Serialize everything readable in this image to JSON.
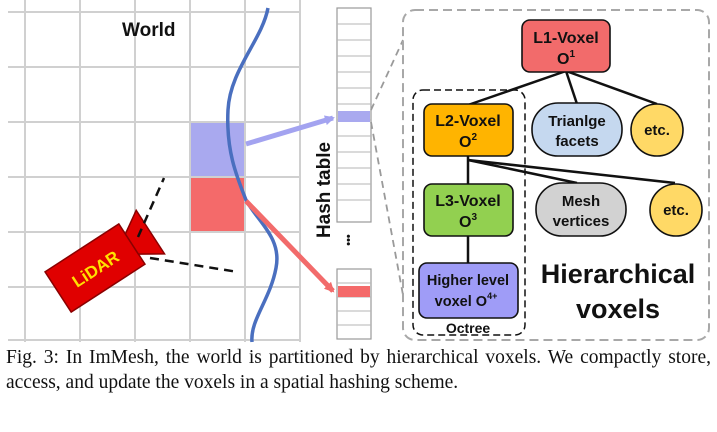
{
  "world": {
    "label": "World"
  },
  "lidar": {
    "label": "LiDAR"
  },
  "hash_table": {
    "label": "Hash table",
    "ellipsis": "•••"
  },
  "tree": {
    "l1": {
      "line1": "L1-Voxel",
      "line2": "O",
      "sup": "1",
      "color": "#f26b6b"
    },
    "l2": {
      "line1": "L2-Voxel",
      "line2": "O",
      "sup": "2",
      "color": "#ffb400"
    },
    "l3": {
      "line1": "L3-Voxel",
      "line2": "O",
      "sup": "3",
      "color": "#92d050"
    },
    "higher": {
      "line1": "Higher level",
      "line2": "voxel O",
      "sup": "4+",
      "color": "#9f9cf7"
    },
    "triangle": {
      "line1": "Trianlge",
      "line2": "facets",
      "color": "#c5d8ef"
    },
    "etc1": {
      "label": "etc.",
      "color": "#ffd966"
    },
    "mesh": {
      "line1": "Mesh",
      "line2": "vertices",
      "color": "#d2d2d2"
    },
    "etc2": {
      "label": "etc.",
      "color": "#ffd966"
    },
    "octree_label": "Octree",
    "hierarchical_title": {
      "line1": "Hierarchical",
      "line2": "voxels"
    }
  },
  "caption": {
    "text": "Fig. 3: In ImMesh, the world is partitioned by hierarchical voxels. We compactly store, access, and update the voxels in a spatial hashing scheme."
  },
  "colors": {
    "blue_voxel": "#a9a9ef",
    "red_voxel": "#f46a6a",
    "blue_arrow": "#a3a3f0",
    "red_arrow": "#f26b6b",
    "curve": "#4a6fbf",
    "grid": "#d0d0d0",
    "lidar": "#e00000"
  }
}
